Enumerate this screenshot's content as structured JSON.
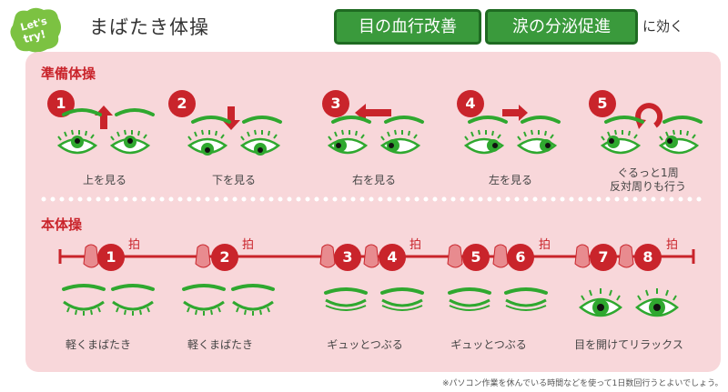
{
  "header": {
    "badge_text": "Let's try!",
    "title": "まばたき体操",
    "benefit_1": "目の血行改善",
    "benefit_2": "涙の分泌促進",
    "effect_suffix": "に効く"
  },
  "preparation": {
    "heading": "準備体操",
    "steps": [
      {
        "num": "1",
        "label": "上を見る",
        "arrow": "up-arrow-icon"
      },
      {
        "num": "2",
        "label": "下を見る",
        "arrow": "down-arrow-icon"
      },
      {
        "num": "3",
        "label": "右を見る",
        "arrow": "left-arrow-icon"
      },
      {
        "num": "4",
        "label": "左を見る",
        "arrow": "right-arrow-icon"
      },
      {
        "num": "5",
        "label_line1": "ぐるっと1周",
        "label_line2": "反対周りも行う",
        "arrow": "rotate-arrow-icon"
      }
    ]
  },
  "main": {
    "heading": "本体操",
    "beat": "拍",
    "steps": [
      "1",
      "2",
      "3",
      "4",
      "5",
      "6",
      "7",
      "8"
    ],
    "labels": [
      "軽くまばたき",
      "軽くまばたき",
      "ギュッとつぶる",
      "ギュッとつぶる",
      "目を開けてリラックス"
    ]
  },
  "footnote": "※パソコン作業を休んでいる時間などを使って1日数回行うとよいでしょう。",
  "colors": {
    "red": "#c9242b",
    "green": "#3a9a3c",
    "eye_green": "#2fa82f",
    "panel": "#f8d7da"
  }
}
